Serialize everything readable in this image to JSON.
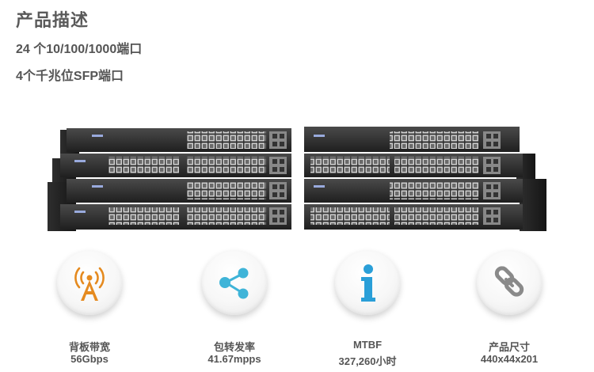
{
  "header": {
    "title": "产品描述",
    "line1": "24 个10/100/1000端口",
    "line2": "4个千兆位SFP端口"
  },
  "features": [
    {
      "label": "背板带宽",
      "value": "56Gbps",
      "icon": "antenna-tower-icon",
      "color": "#e58a1f"
    },
    {
      "label": "包转发率",
      "value": "41.67mpps",
      "icon": "share-icon",
      "color": "#3fb4d8"
    },
    {
      "label": "MTBF",
      "value": "327,260小时",
      "icon": "info-icon",
      "color": "#2a9fd8"
    },
    {
      "label": "产品尺寸",
      "value": "440x44x201",
      "icon": "chain-link-icon",
      "color": "#8a8a8a"
    }
  ]
}
